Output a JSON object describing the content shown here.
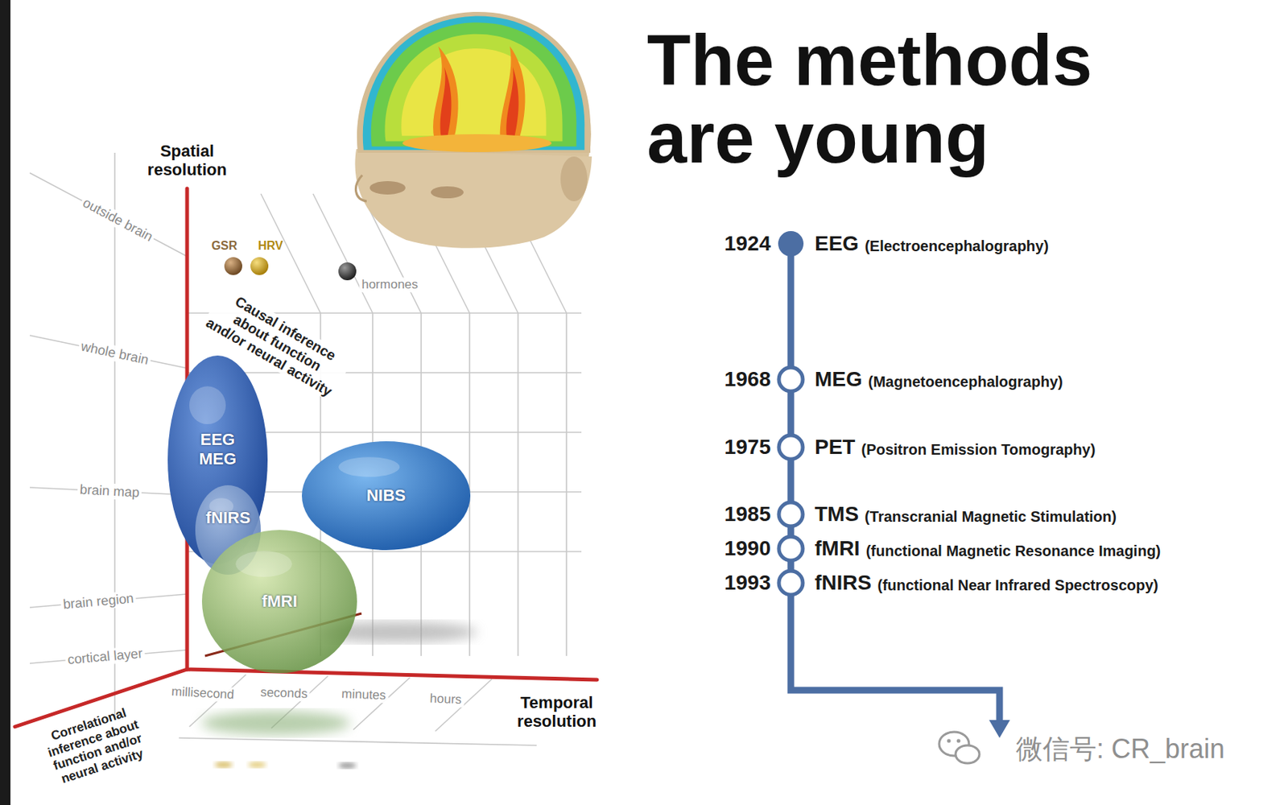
{
  "diagram": {
    "title": "The methods are young",
    "nodes": [
      {
        "text": [
          "EEG MEG"
        ]
      },
      {
        "text": [
          "NIBS"
        ]
      },
      {
        "text": [
          "fNIRS"
        ]
      },
      {
        "text": [
          "fMRI"
        ]
      }
    ],
    "labels": [
      "Spatial resolution",
      "outside brain",
      "GSR",
      "HRV",
      "hormones",
      "Causal inference about function and/or neural activity",
      "whole brain",
      "brain map",
      "brain region",
      "cortical layer",
      "millisecond",
      "seconds",
      "minutes",
      "hours",
      "Temporal resolution",
      "Correlational inference about function and/or neural activity",
      "1924",
      "EEG",
      "(Electroencephalography)",
      "1968",
      "MEG",
      "(Magnetoencephalography)",
      "1975",
      "PET",
      "(Positron Emission Tomography)",
      "1985",
      "TMS",
      "(Transcranial Magnetic Stimulation)",
      "1990",
      "fMRI",
      "(functional Magnetic Resonance Imaging)",
      "1993",
      "fNIRS",
      "(functional Near Infrared Spectroscopy)",
      "微信号: CR_brain"
    ]
  }
}
